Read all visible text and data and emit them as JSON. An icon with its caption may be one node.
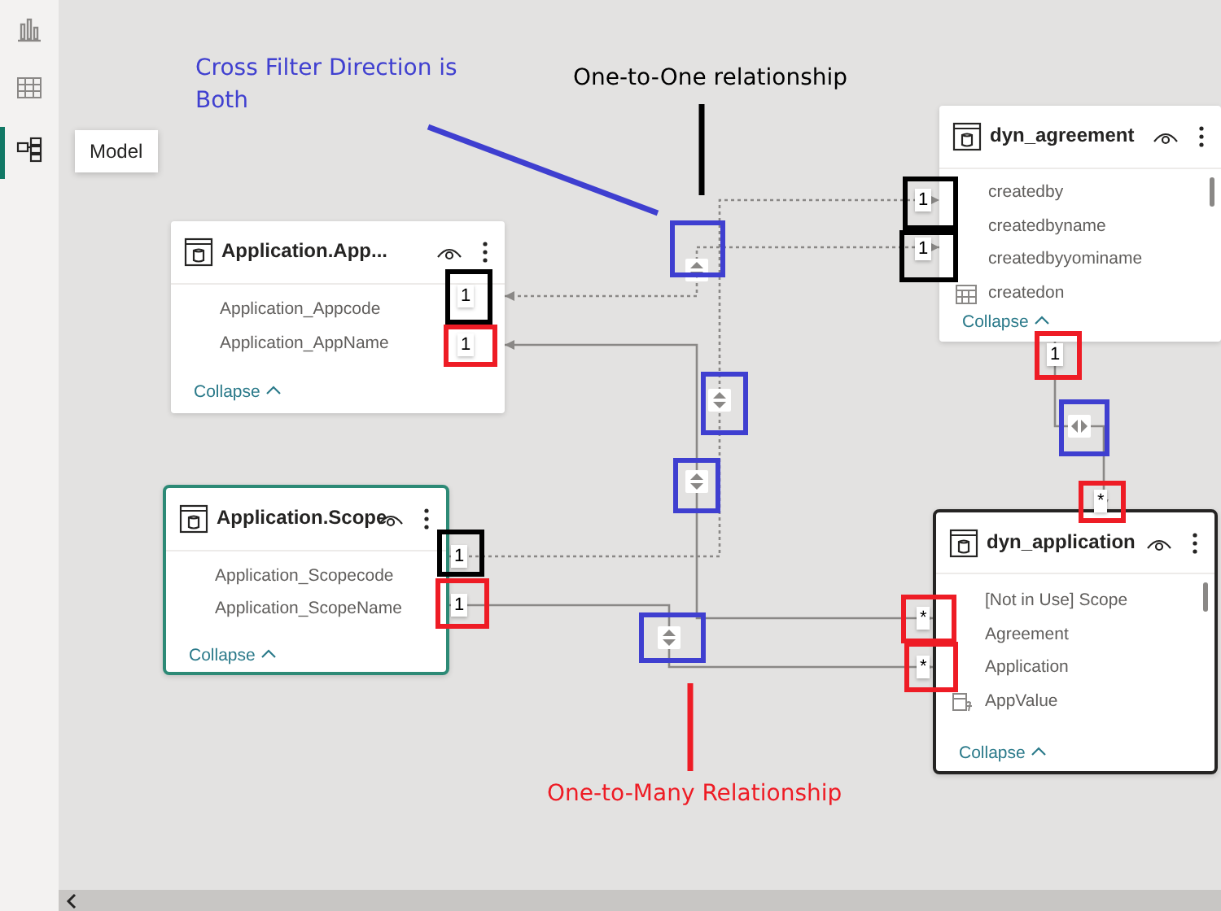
{
  "diagram": {
    "nodes": [
      {
        "text": [
          "Cross Filter Direction is Both"
        ]
      },
      {
        "text": [
          "One-to-One relationship"
        ]
      },
      {
        "text": [
          "dyn_agreement",
          "createdby",
          "createdbyname",
          "createdbyyominame",
          "createdon",
          "Collapse"
        ]
      },
      {
        "text": [
          "Application.App...",
          "Application_Appcode",
          "Application_AppName",
          "Collapse"
        ]
      },
      {
        "text": [
          "Application.Scope",
          "Application_Scopecode",
          "Application_ScopeName",
          "Collapse"
        ]
      },
      {
        "text": [
          "dyn_application",
          "[Not in Use] Scope",
          "Agreement",
          "Application",
          "AppValue",
          "Collapse"
        ]
      },
      {
        "text": [
          "One-to-Many Relationship"
        ]
      }
    ],
    "edges": [
      {
        "from": 3,
        "to": 2,
        "arrow": "both",
        "style": "dashed"
      },
      {
        "from": 4,
        "to": 2,
        "arrow": "both",
        "style": "dashed"
      },
      {
        "from": 3,
        "to": 5,
        "arrow": "both"
      },
      {
        "from": 4,
        "to": 5,
        "arrow": "both"
      },
      {
        "from": 2,
        "to": 5,
        "arrow": "both"
      },
      {
        "from": 0,
        "to": null,
        "arrow": "none",
        "style": "thick",
        "color": "#3f3fd0"
      },
      {
        "from": 1,
        "to": null,
        "arrow": "none",
        "style": "thick",
        "color": "#000000"
      },
      {
        "from": 6,
        "to": null,
        "arrow": "none",
        "style": "thick",
        "color": "#ee1c25"
      }
    ],
    "labels": [
      "Model",
      "1",
      "1",
      "1",
      "1",
      "1",
      "*",
      "1",
      "1",
      "*",
      "*"
    ]
  }
}
